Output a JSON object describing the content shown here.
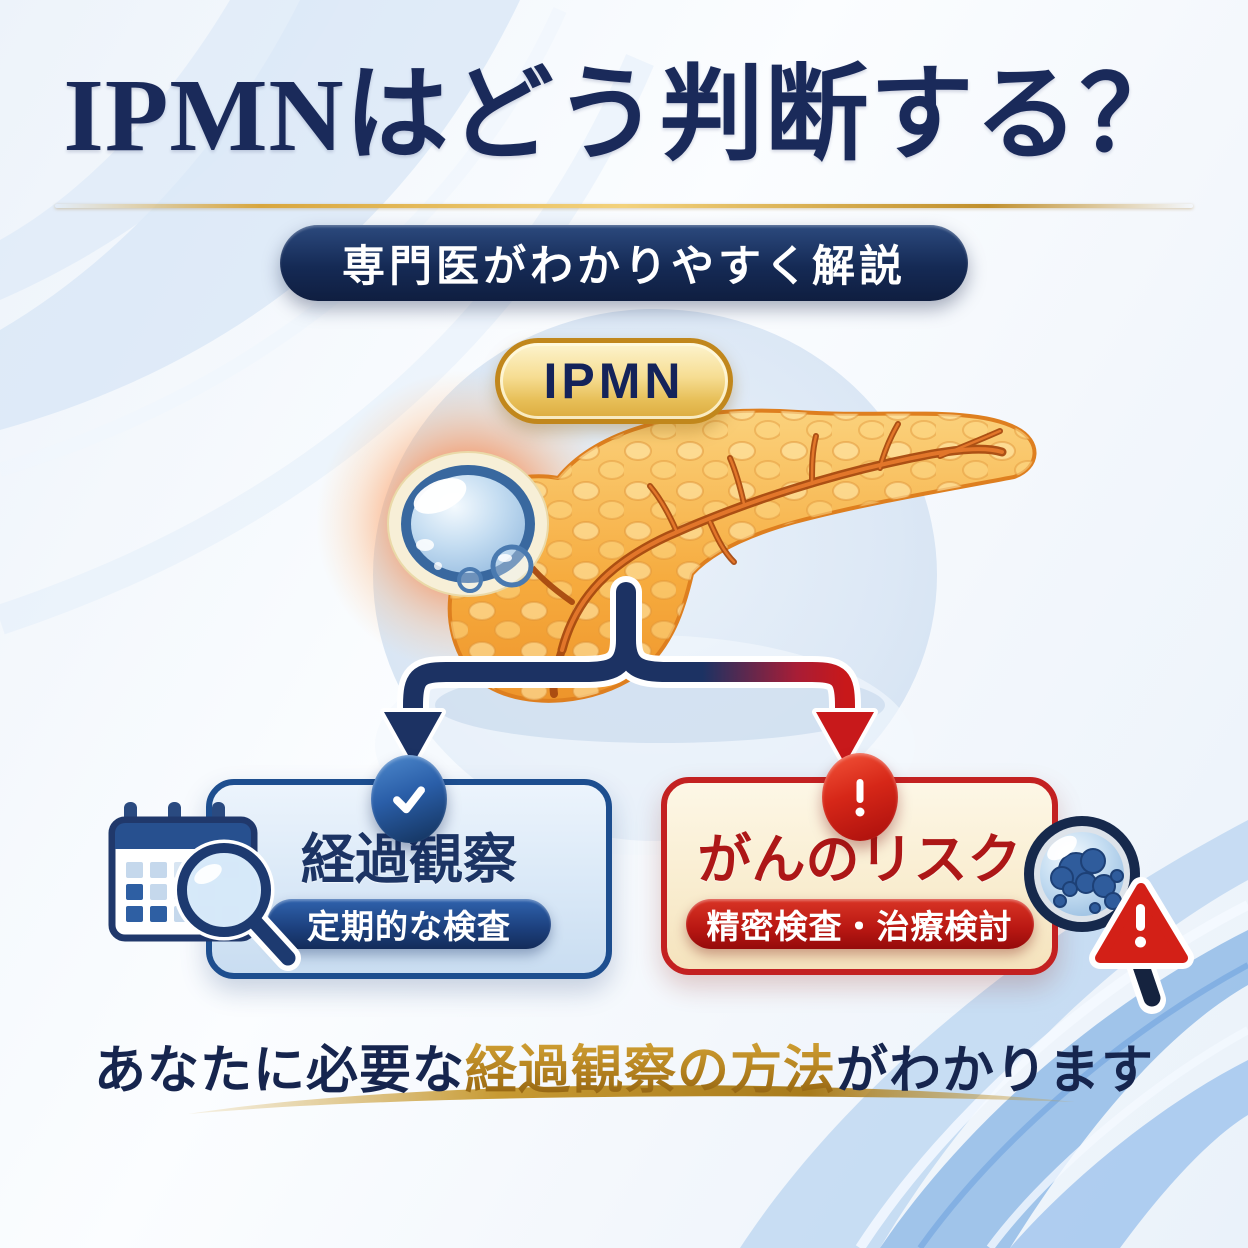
{
  "header": {
    "title": "IPMNはどう判断する？",
    "subtitle": "専門医がわかりやすく解説"
  },
  "diagram": {
    "organ_label": "IPMN",
    "branch_left": {
      "title": "経過観察",
      "pill": "定期的な検査"
    },
    "branch_right": {
      "title": "がんのリスク",
      "pill": "精密検査・治療検討"
    }
  },
  "footer": {
    "prefix": "あなたに必要な",
    "highlight": "経過観察の方法",
    "suffix": "がわかります"
  },
  "colors": {
    "navy": "#1b2b5c",
    "branch_blue": "#1d4e8f",
    "branch_red": "#c32121",
    "gold": "#c99b2e",
    "cream_panel": "#faf0da",
    "light_blue_panel": "#dce9f7",
    "pancreas_orange": "#f5a93c",
    "cyst_glow_orange": "#ff5a1e"
  },
  "icons": {
    "left_badge": "check-icon",
    "right_badge": "exclamation-icon",
    "left_card": [
      "calendar-icon",
      "magnifier-icon"
    ],
    "right_card": [
      "cell-magnifier-icon",
      "warning-triangle-icon"
    ],
    "connectors": [
      "arrow-down-left-icon",
      "arrow-down-right-icon"
    ],
    "organ": [
      "pancreas-illustration",
      "cyst-icon"
    ]
  }
}
